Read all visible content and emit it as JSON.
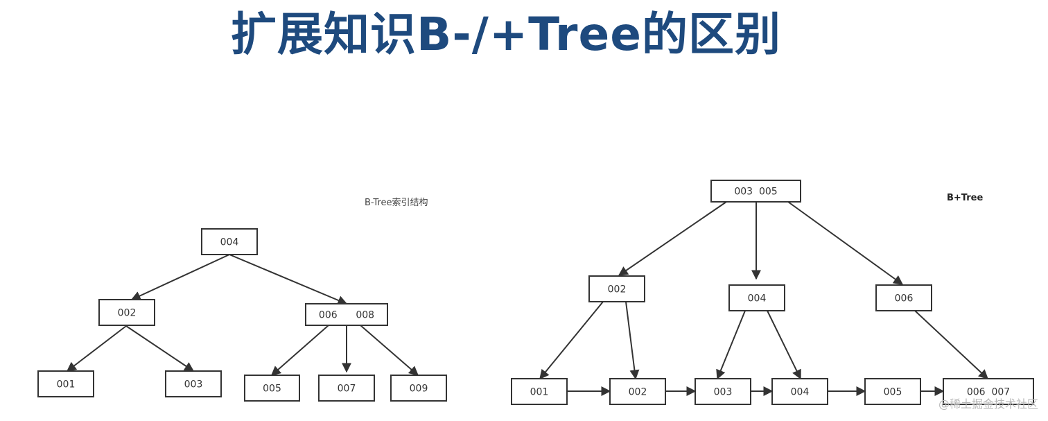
{
  "title": "扩展知识B-/+Tree的区别",
  "watermark": "@稀土掘金技术社区",
  "btree": {
    "label": "B-Tree索引结构",
    "nodes": [
      {
        "id": "b_root",
        "text": "004"
      },
      {
        "id": "b_l",
        "text": "002"
      },
      {
        "id": "b_r",
        "text": "006      008"
      },
      {
        "id": "b_001",
        "text": "001"
      },
      {
        "id": "b_003",
        "text": "003"
      },
      {
        "id": "b_005",
        "text": "005"
      },
      {
        "id": "b_007",
        "text": "007"
      },
      {
        "id": "b_009",
        "text": "009"
      }
    ],
    "edges": [
      [
        "b_root",
        "b_l"
      ],
      [
        "b_root",
        "b_r"
      ],
      [
        "b_l",
        "b_001"
      ],
      [
        "b_l",
        "b_003"
      ],
      [
        "b_r",
        "b_005"
      ],
      [
        "b_r",
        "b_007"
      ],
      [
        "b_r",
        "b_009"
      ]
    ]
  },
  "bplustree": {
    "label": "B+Tree",
    "nodes": [
      {
        "id": "p_root",
        "text": "003  005"
      },
      {
        "id": "p_002",
        "text": "002"
      },
      {
        "id": "p_004",
        "text": "004"
      },
      {
        "id": "p_006",
        "text": "006"
      },
      {
        "id": "p_l001",
        "text": "001"
      },
      {
        "id": "p_l002",
        "text": "002"
      },
      {
        "id": "p_l003",
        "text": "003"
      },
      {
        "id": "p_l004",
        "text": "004"
      },
      {
        "id": "p_l005",
        "text": "005"
      },
      {
        "id": "p_l006",
        "text": "006  007"
      }
    ],
    "edges": [
      [
        "p_root",
        "p_002"
      ],
      [
        "p_root",
        "p_004"
      ],
      [
        "p_root",
        "p_006"
      ],
      [
        "p_002",
        "p_l001"
      ],
      [
        "p_002",
        "p_l002"
      ],
      [
        "p_004",
        "p_l003"
      ],
      [
        "p_004",
        "p_l004"
      ],
      [
        "p_006",
        "p_l006"
      ]
    ],
    "leaf_links": [
      [
        "p_l001",
        "p_l002"
      ],
      [
        "p_l002",
        "p_l003"
      ],
      [
        "p_l003",
        "p_l004"
      ],
      [
        "p_l004",
        "p_l005"
      ],
      [
        "p_l005",
        "p_l006"
      ]
    ]
  }
}
